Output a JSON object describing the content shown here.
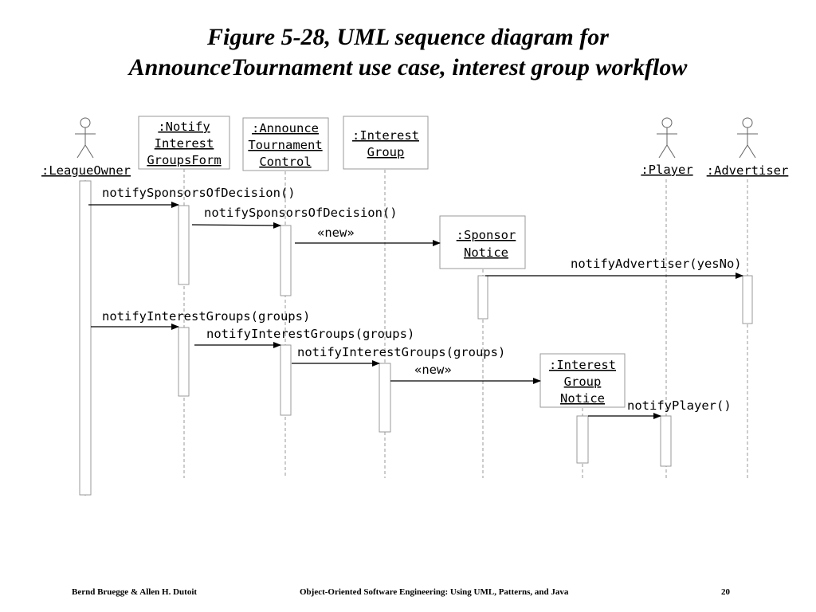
{
  "title": {
    "line1": "Figure 5-28, UML sequence diagram for",
    "line2": "AnnounceTournament use case, interest group workflow"
  },
  "participants": {
    "league_owner": ":LeagueOwner",
    "notify_form_line1": ":Notify",
    "notify_form_line2": "Interest",
    "notify_form_line3": "GroupsForm",
    "announce_control_line1": ":Announce",
    "announce_control_line2": "Tournament",
    "announce_control_line3": "Control",
    "interest_group_line1": ":Interest",
    "interest_group_line2": "Group",
    "sponsor_notice_line1": ":Sponsor",
    "sponsor_notice_line2": "Notice",
    "interest_group_notice_line1": ":Interest",
    "interest_group_notice_line2": "Group",
    "interest_group_notice_line3": "Notice",
    "player": ":Player",
    "advertiser": ":Advertiser"
  },
  "messages": {
    "m1": "notifySponsorsOfDecision()",
    "m2": "notifySponsorsOfDecision()",
    "m3": "«new»",
    "m4": "notifyAdvertiser(yesNo)",
    "m5": "notifyInterestGroups(groups)",
    "m6": "notifyInterestGroups(groups)",
    "m7": "notifyInterestGroups(groups)",
    "m8": "«new»",
    "m9": "notifyPlayer()"
  },
  "footer": {
    "authors": "Bernd Bruegge & Allen H. Dutoit",
    "book": "Object-Oriented Software Engineering: Using UML, Patterns, and Java",
    "page": "20"
  }
}
